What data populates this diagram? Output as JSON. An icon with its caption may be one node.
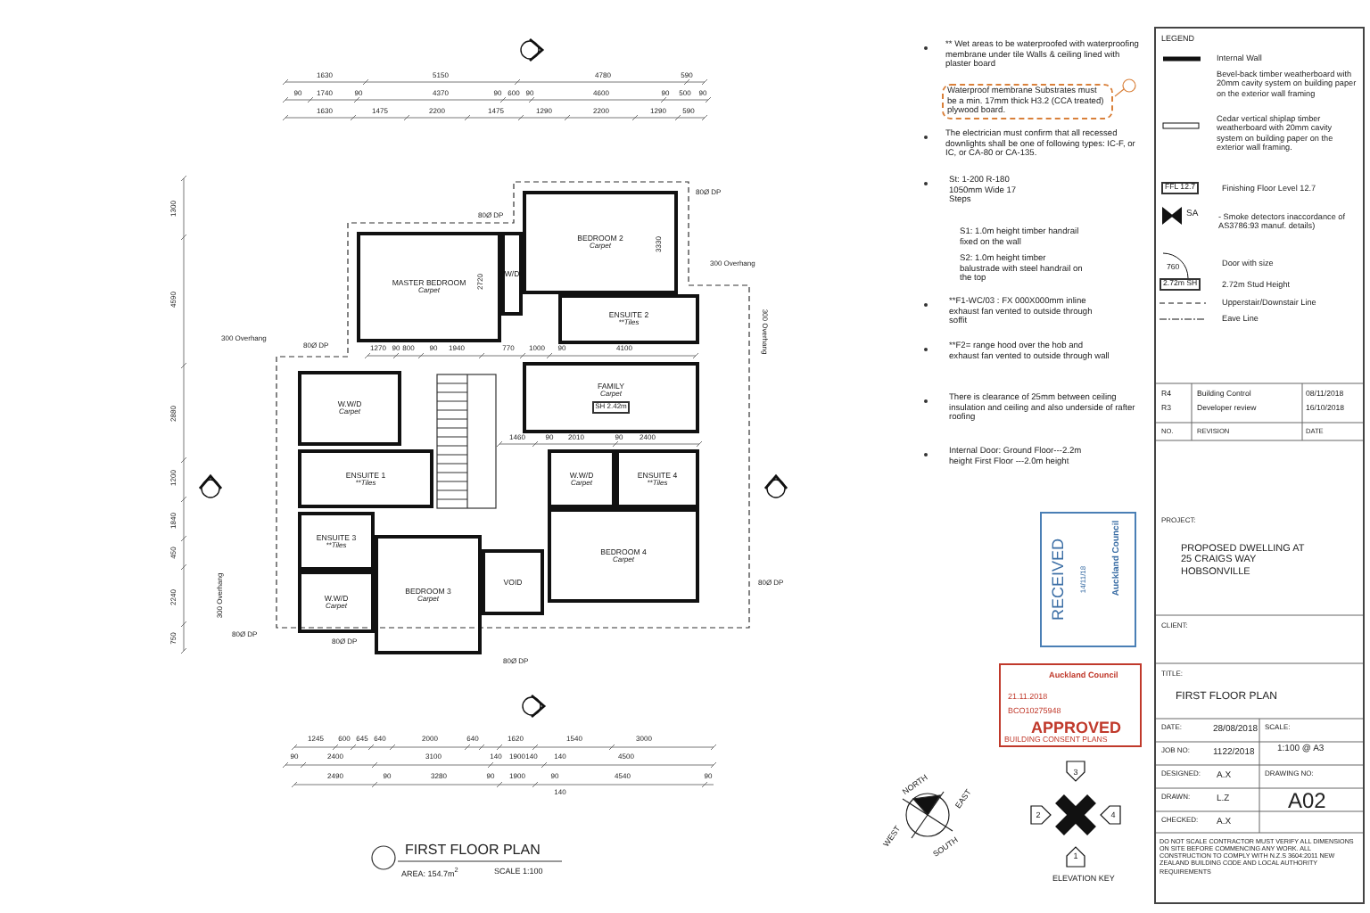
{
  "diagram": {
    "nodes": [
      {
        "text": [
          "BEDROOM 2",
          "Carpet"
        ]
      },
      {
        "text": [
          "MASTER BEDROOM",
          "Carpet"
        ]
      },
      {
        "text": [
          "W/D"
        ]
      },
      {
        "text": [
          "ENSUITE 2",
          "**Tiles"
        ]
      },
      {
        "text": [
          "FAMILY",
          "Carpet",
          "SH 2.42m"
        ]
      },
      {
        "text": [
          "W.W/D",
          "Carpet"
        ]
      },
      {
        "text": [
          "ENSUITE 1",
          "**Tiles"
        ]
      },
      {
        "text": [
          "W.W/D",
          "Carpet"
        ]
      },
      {
        "text": [
          "ENSUITE 4",
          "**Tiles"
        ]
      },
      {
        "text": [
          "BEDROOM 4",
          "Carpet"
        ]
      },
      {
        "text": [
          "ENSUITE 3",
          "**Tiles"
        ]
      },
      {
        "text": [
          "BEDROOM 3",
          "Carpet"
        ]
      },
      {
        "text": [
          "VOID"
        ]
      },
      {
        "text": [
          "W.W/D",
          "Carpet"
        ]
      }
    ],
    "labels": [
      "1630",
      "5150",
      "4780",
      "590",
      "90",
      "1740",
      "90",
      "4370",
      "90",
      "600",
      "90",
      "4600",
      "90",
      "500",
      "90",
      "1630",
      "1475",
      "2200",
      "1475",
      "1290",
      "2200",
      "1290",
      "590",
      "80Ø DP",
      "80Ø DP",
      "300 Overhang",
      "300 Overhang",
      "80Ø DP",
      "300 Overhang",
      "2720",
      "3330",
      "1270",
      "90",
      "800",
      "90",
      "1940",
      "770",
      "1000",
      "90",
      "4100",
      "1460",
      "90",
      "2010",
      "90",
      "2400",
      "300 Overhang",
      "80Ø DP",
      "80Ø DP",
      "80Ø DP",
      "80Ø DP",
      "1300",
      "4590",
      "2880",
      "1200",
      "1840",
      "450",
      "2240",
      "750",
      "1245",
      "600",
      "645",
      "640",
      "2000",
      "640",
      "1620",
      "1540",
      "3000",
      "90",
      "2400",
      "3100",
      "140",
      "1900",
      "140",
      "140",
      "4500",
      "2490",
      "90",
      "3280",
      "90",
      "1900",
      "90",
      "4540",
      "90",
      "140",
      "FIRST FLOOR PLAN",
      "AREA: 154.7m$^{2}$",
      "SCALE 1:100",
      "NORTH",
      "EAST",
      "SOUTH",
      "WEST",
      "** Wet areas to be waterproofed with waterproofing membrane under tile Walls & ceiling lined with plaster board",
      "Waterproof membrane Substrates must be a min. 17mm thick H3.2 (CCA treated) plywood board.",
      "The electrician must confirm that all recessed downlights shall be one of following types: IC-F, or IC, or CA-80 or CA-135.",
      "St: 1-200 R-180 1050mm Wide 17 Steps",
      "S1: 1.0m height timber handrail fixed on the wall",
      "S2: 1.0m height timber balustrade with steel handrail on the top",
      "**F1-WC/03 : FX 000X000mm inline exhaust fan vented to outside through soffit",
      "**F2= range hood over the hob and exhaust fan vented to outside through wall",
      "There is clearance of 25mm between ceiling insulation and ceiling and also underside of rafter roofing",
      "Internal Door: Ground Floor---2.2m height First Floor ---2.0m height",
      "LEGEND",
      "FFL 12.7",
      "SA",
      "760",
      "2.72m SH",
      "R4",
      "Building Control",
      "08/11/2018",
      "R3",
      "Developer review",
      "16/10/2018",
      "NO.",
      "REVISION",
      "DATE",
      "PROJECT:",
      "PROPOSED DWELLING AT 25 CRAIGS WAY HOBSONVILLE",
      "CLIENT:",
      "TITLE:",
      "FIRST FLOOR PLAN",
      "DATE:",
      "28/08/2018",
      "SCALE:",
      "1:100 @ A3",
      "JOB NO:",
      "1122/2018",
      "DESIGNED:",
      "A.X",
      "DRAWING NO:",
      "A02",
      "DRAWN:",
      "L.Z",
      "CHECKED:",
      "A.X",
      "DO NOT SCALE CONTRACTOR MUST VERIFY ALL DIMENSIONS ON SITE BEFORE COMMENCING ANY WORK. ALL CONSTRUCTION TO COMPLY WITH N.Z.S 3604:2011 NEW ZEALAND BUILDING CODE AND LOCAL AUTHORITY REQUIREMENTS",
      "RECEIVED",
      "14/11/18",
      "Auckland Council",
      "Auckland Council",
      "21.11.2018",
      "BCO10275948",
      "APPROVED",
      "BUILDING CONSENT PLANS",
      "3",
      "2",
      "4",
      "1",
      "ELEVATION KEY"
    ],
    "legend": [
      {
        "text": "Internal Wall"
      },
      {
        "text": "Bevel-back timber weatherboard with 20mm cavity system on building paper on the exterior wall framing"
      },
      {
        "text": "Cedar vertical shiplap timber weatherboard with 20mm cavity system on building paper on the exterior wall framing."
      },
      {
        "text": "Finishing Floor Level 12.7"
      },
      {
        "text": "- Smoke detectors inaccordance of AS3786:93 manuf. details)"
      },
      {
        "text": "Door with size"
      },
      {
        "text": "2.72m Stud Height"
      },
      {
        "text": "Upperstair/Downstair Line"
      },
      {
        "text": "Eave Line"
      }
    ]
  }
}
